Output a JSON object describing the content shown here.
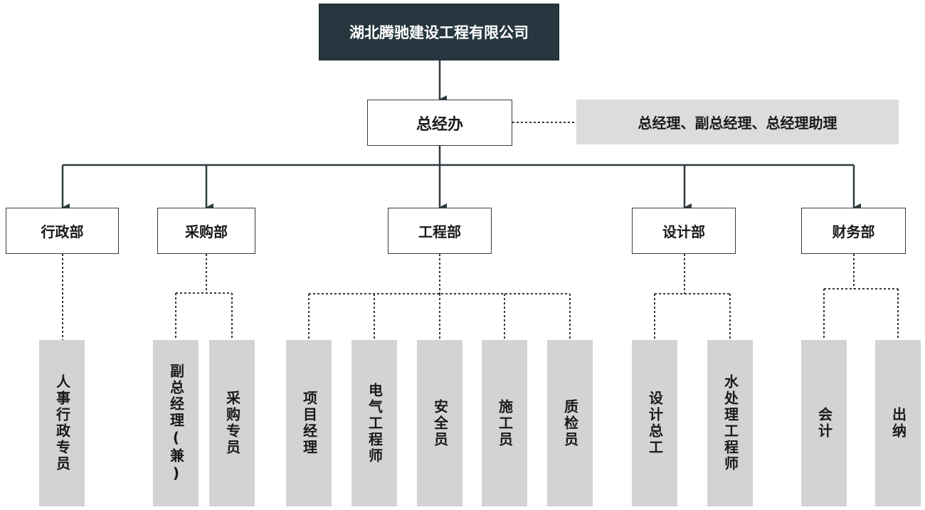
{
  "company": "湖北腾驰建设工程有限公司",
  "office": "总经办",
  "executives": "总经理、副总经理、总经理助理",
  "departments": [
    "行政部",
    "采购部",
    "工程部",
    "设计部",
    "财务部"
  ],
  "roles": {
    "admin": [
      "人事行政专员"
    ],
    "purchasing": [
      "副总经理(兼)",
      "采购专员"
    ],
    "engineering": [
      "项目经理",
      "电气工程师",
      "安全员",
      "施工员",
      "质检员"
    ],
    "design": [
      "设计总工",
      "水处理工程师"
    ],
    "finance": [
      "会计",
      "出纳"
    ]
  },
  "colors": {
    "company_fill": "#26373f",
    "role_fill": "#d3d3d3",
    "exec_fill": "#dcdcdc",
    "line": "#2f3a40"
  }
}
